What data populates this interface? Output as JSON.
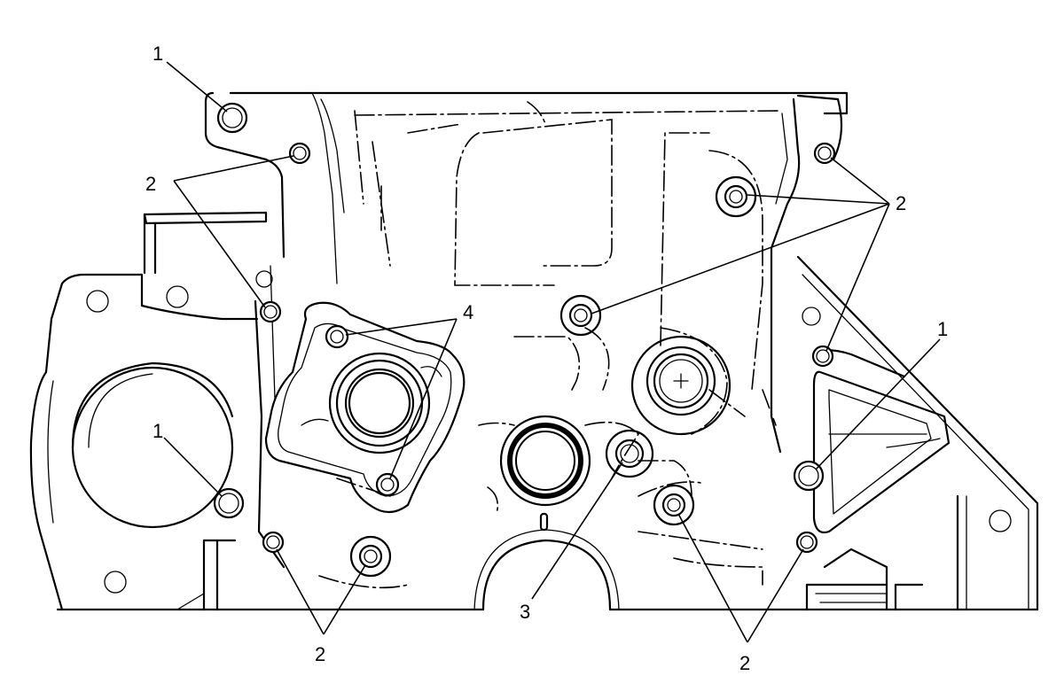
{
  "callouts": {
    "c1_top_left": "1",
    "c1_left": "1",
    "c1_right": "1",
    "c2_left_upper": "2",
    "c2_right_upper": "2",
    "c2_bottom_left": "2",
    "c2_bottom_right": "2",
    "c3": "3",
    "c4": "4"
  }
}
